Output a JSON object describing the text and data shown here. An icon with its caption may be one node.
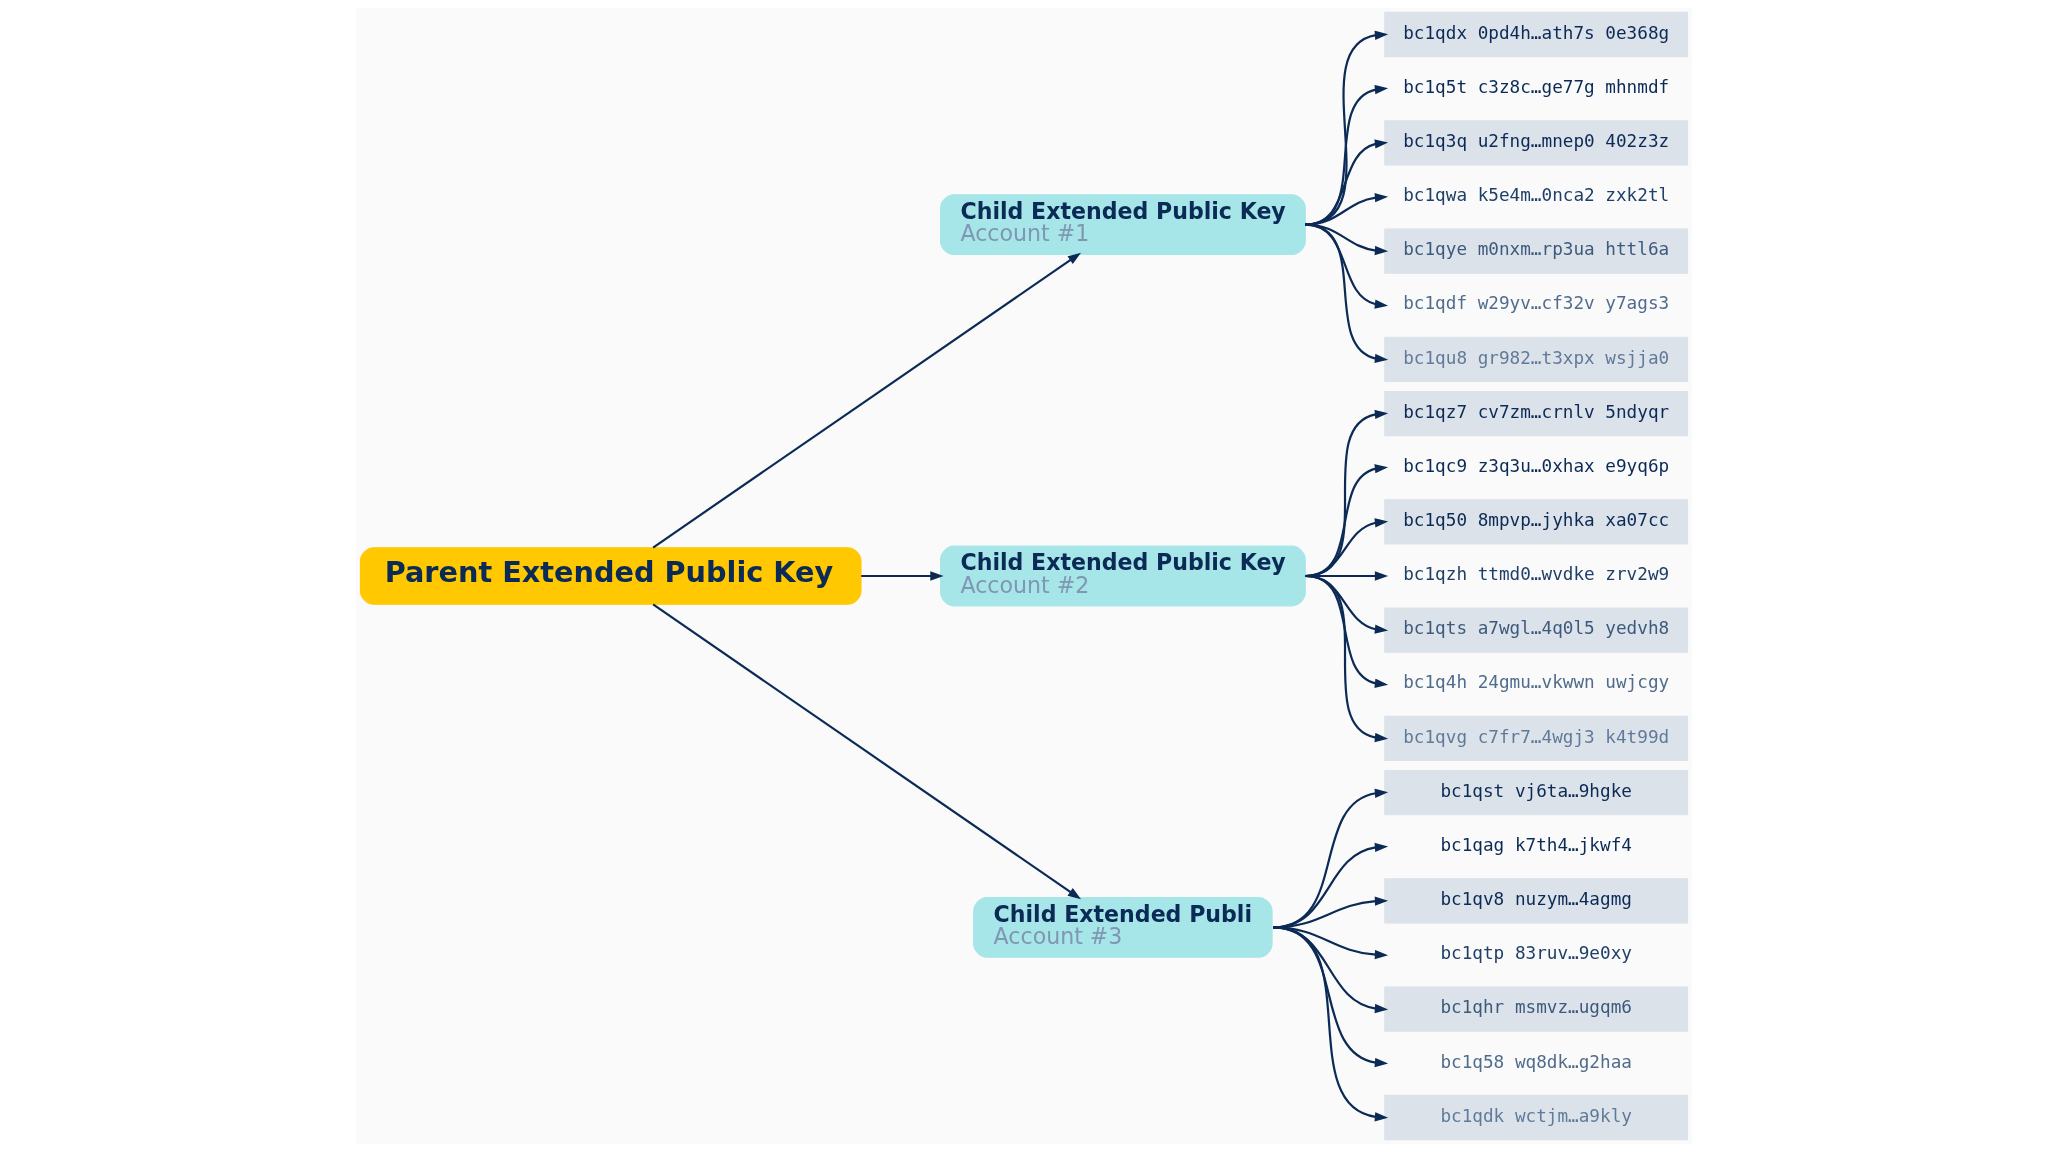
{
  "diagram": {
    "nodes": [
      {
        "text": [
          "Parent Extended Public Key"
        ]
      },
      {
        "text": [
          "Child Extended Public Key",
          "Account #1"
        ]
      },
      {
        "text": [
          "Child Extended Public Key",
          "Account #2"
        ]
      },
      {
        "text": [
          "Child Extended Publi",
          "Account #3"
        ]
      },
      {
        "text": [
          "bc1qdx 0pd4h…ath7s 0e368g"
        ]
      },
      {
        "text": [
          "bc1q5t c3z8c…ge77g mhnmdf"
        ]
      },
      {
        "text": [
          "bc1q3q u2fng…mnep0 402z3z"
        ]
      },
      {
        "text": [
          "bc1qwa k5e4m…0nca2 zxk2tl"
        ]
      },
      {
        "text": [
          "bc1qye m0nxm…rp3ua httl6a"
        ]
      },
      {
        "text": [
          "bc1qdf w29yv…cf32v y7ags3"
        ]
      },
      {
        "text": [
          "bc1qu8 gr982…t3xpx wsjja0"
        ]
      },
      {
        "text": [
          "bc1qz7 cv7zm…crnlv 5ndyqr"
        ]
      },
      {
        "text": [
          "bc1qc9 z3q3u…0xhax e9yq6p"
        ]
      },
      {
        "text": [
          "bc1q50 8mpvp…jyhka xa07cc"
        ]
      },
      {
        "text": [
          "bc1qzh ttmd0…wvdke zrv2w9"
        ]
      },
      {
        "text": [
          "bc1qts a7wgl…4q0l5 yedvh8"
        ]
      },
      {
        "text": [
          "bc1q4h 24gmu…vkwwn uwjcgy"
        ]
      },
      {
        "text": [
          "bc1qvg c7fr7…4wgj3 k4t99d"
        ]
      },
      {
        "text": [
          "bc1qst vj6ta…9hgke"
        ]
      },
      {
        "text": [
          "bc1qag k7th4…jkwf4"
        ]
      },
      {
        "text": [
          "bc1qv8 nuzym…4agmg"
        ]
      },
      {
        "text": [
          "bc1qtp 83ruv…9e0xy"
        ]
      },
      {
        "text": [
          "bc1qhr msmvz…ugqm6"
        ]
      },
      {
        "text": [
          "bc1q58 wq8dk…g2haa"
        ]
      },
      {
        "text": [
          "bc1qdk wctjm…a9kly"
        ]
      }
    ],
    "edges": [
      {
        "from": 0,
        "to": 1,
        "arrow": "to"
      },
      {
        "from": 0,
        "to": 2,
        "arrow": "to"
      },
      {
        "from": 0,
        "to": 3,
        "arrow": "to"
      },
      {
        "from": 1,
        "to": 4,
        "arrow": "to"
      },
      {
        "from": 1,
        "to": 5,
        "arrow": "to"
      },
      {
        "from": 1,
        "to": 6,
        "arrow": "to"
      },
      {
        "from": 1,
        "to": 7,
        "arrow": "to"
      },
      {
        "from": 1,
        "to": 8,
        "arrow": "to"
      },
      {
        "from": 1,
        "to": 9,
        "arrow": "to"
      },
      {
        "from": 1,
        "to": 10,
        "arrow": "to"
      },
      {
        "from": 2,
        "to": 11,
        "arrow": "to"
      },
      {
        "from": 2,
        "to": 12,
        "arrow": "to"
      },
      {
        "from": 2,
        "to": 13,
        "arrow": "to"
      },
      {
        "from": 2,
        "to": 14,
        "arrow": "to"
      },
      {
        "from": 2,
        "to": 15,
        "arrow": "to"
      },
      {
        "from": 2,
        "to": 16,
        "arrow": "to"
      },
      {
        "from": 2,
        "to": 17,
        "arrow": "to"
      },
      {
        "from": 3,
        "to": 18,
        "arrow": "to"
      },
      {
        "from": 3,
        "to": 19,
        "arrow": "to"
      },
      {
        "from": 3,
        "to": 20,
        "arrow": "to"
      },
      {
        "from": 3,
        "to": 21,
        "arrow": "to"
      },
      {
        "from": 3,
        "to": 22,
        "arrow": "to"
      },
      {
        "from": 3,
        "to": 23,
        "arrow": "to"
      },
      {
        "from": 3,
        "to": 24,
        "arrow": "to"
      }
    ]
  }
}
